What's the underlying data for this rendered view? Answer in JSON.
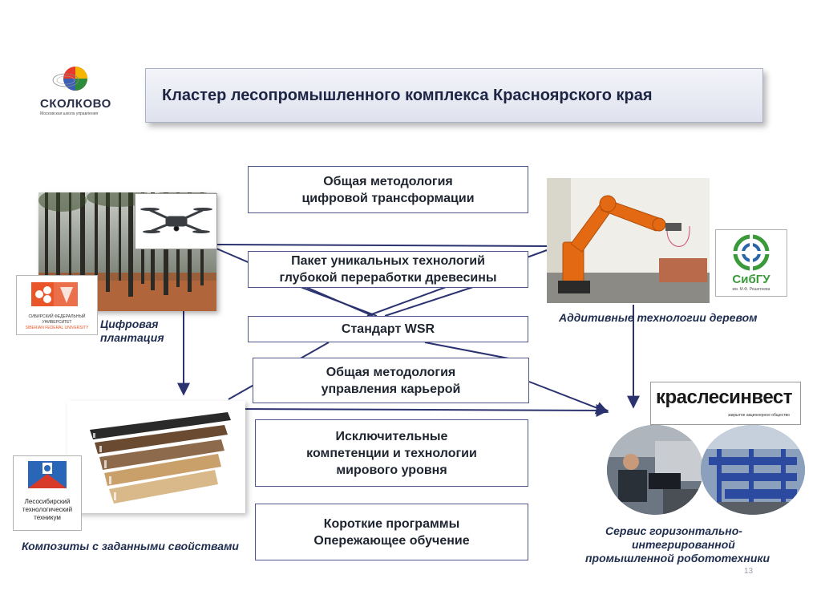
{
  "header": {
    "logo_text": "СКОЛКОВО",
    "logo_subtext": "Московская школа управления",
    "title": "Кластер лесопромышленного комплекса Красноярского края"
  },
  "center_boxes": [
    {
      "line1": "Общая методология",
      "line2": "цифровой трансформации"
    },
    {
      "line1": "Пакет уникальных технологий",
      "line2": "глубокой переработки древесины"
    },
    {
      "line1": "Стандарт WSR",
      "line2": ""
    },
    {
      "line1": "Общая методология",
      "line2": "управления карьерой"
    },
    {
      "line1": "Исключительные",
      "line2": "компетенции и технологии",
      "line3": "мирового уровня"
    },
    {
      "line1": "Короткие программы",
      "line2": "Опережающее обучение"
    }
  ],
  "left_top": {
    "caption_line1": "Цифровая",
    "caption_line2": "плантация",
    "logo_text": "СИБИРСКИЙ ФЕДЕРАЛЬНЫЙ УНИВЕРСИТЕТ",
    "logo_text_en": "SIBERIAN FEDERAL UNIVERSITY"
  },
  "right_top": {
    "caption": "Аддитивные технологии деревом",
    "logo_text": "СибГУ",
    "logo_subtext": "им. М.Ф. Решетнева"
  },
  "left_bottom": {
    "caption": "Композиты с заданными свойствами",
    "logo_line1": "Лесосибирский",
    "logo_line2": "технологический",
    "logo_line3": "техникум"
  },
  "right_bottom": {
    "logo_text": "краслесинвест",
    "logo_subtext": "закрытое акционерное общество",
    "caption_line1": "Сервис горизонтально-",
    "caption_line2": "интегрированной",
    "caption_line3": "промышленной робототехники"
  },
  "page_number": "13",
  "colors": {
    "box_border": "#4e588a",
    "connector": "#2b3270",
    "title_text": "#1d2444",
    "caption_text": "#1f2d4f",
    "sfu_orange": "#e8562a",
    "sibgu_green": "#3a9a3a",
    "kraslesinvest_dark": "#1a1a1a"
  }
}
